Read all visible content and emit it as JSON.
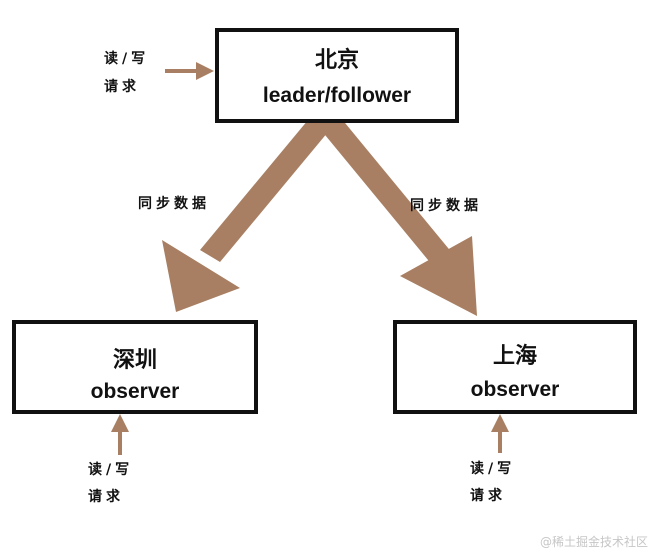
{
  "nodes": {
    "beijing": {
      "city": "北京",
      "role": "leader/follower"
    },
    "shenzhen": {
      "city": "深圳",
      "role": "observer"
    },
    "shanghai": {
      "city": "上海",
      "role": "observer"
    }
  },
  "edges": {
    "sync_left": "同步数据",
    "sync_right": "同步数据"
  },
  "requests": {
    "beijing": {
      "line1": "读/写",
      "line2": "请求"
    },
    "shenzhen": {
      "line1": "读/写",
      "line2": "请求"
    },
    "shanghai": {
      "line1": "读/写",
      "line2": "请求"
    }
  },
  "watermark": "@稀土掘金技术社区",
  "colors": {
    "arrow": "#a87f62",
    "border": "#111111"
  }
}
